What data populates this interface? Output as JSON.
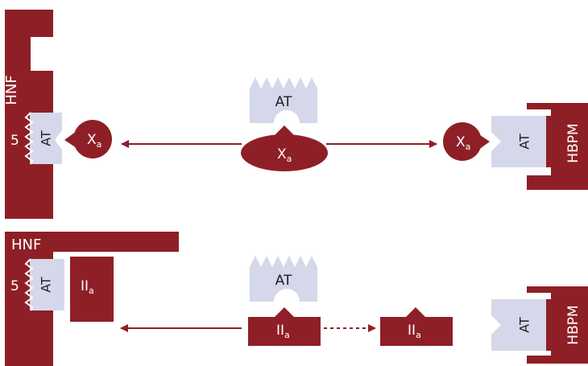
{
  "colors": {
    "maroon": "#8f1f27",
    "lavender": "#d5d8ea",
    "white": "#ffffff",
    "dark_text": "#1f1f1f",
    "bg": "#ffffff"
  },
  "top_panel": {
    "hnf_label": "HNF",
    "pentasaccharide_label": "5",
    "at_bound_label": "AT",
    "xa_left_label": "X",
    "xa_left_sub": "a",
    "at_free_label": "AT",
    "xa_center_label": "X",
    "xa_center_sub": "a",
    "xa_right_label": "X",
    "xa_right_sub": "a",
    "at_right_label": "AT",
    "hbpm_label": "HBPM"
  },
  "bottom_panel": {
    "hnf_label": "HNF",
    "pentasaccharide_label": "5",
    "at_bound_label": "AT",
    "iia_bound_label": "II",
    "iia_bound_sub": "a",
    "at_free_label": "AT",
    "iia_center_label": "II",
    "iia_center_sub": "a",
    "iia_right_label": "II",
    "iia_right_sub": "a",
    "at_right_label": "AT",
    "hbpm_label": "HBPM"
  }
}
